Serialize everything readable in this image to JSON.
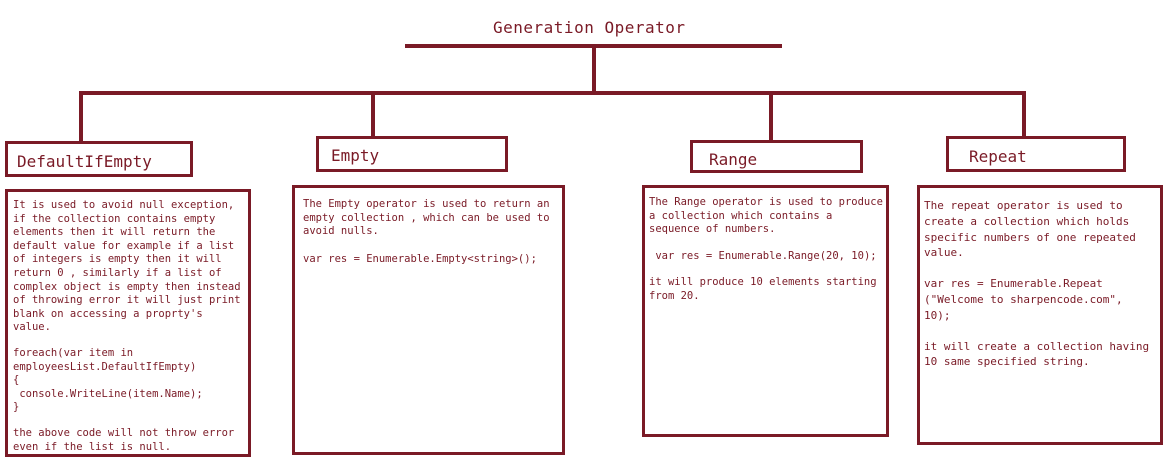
{
  "title": "Generation Operator",
  "nodes": [
    {
      "name": "DefaultIfEmpty",
      "description": "It is used to avoid null exception, if the collection contains empty elements then it will return the default value for example if a list of integers is empty then it will return 0 , similarly if a list of complex object is empty then instead of throwing error it will just print blank on accessing a proprty's value.",
      "code": "foreach(var item in\nemployeesList.DefaultIfEmpty)\n{\n console.WriteLine(item.Name);\n}",
      "note": "the above code will not throw error even if the list is null."
    },
    {
      "name": "Empty",
      "description": "The Empty operator is used to return an empty collection , which can be used to avoid nulls.",
      "code": "var res = Enumerable.Empty<string>();",
      "note": ""
    },
    {
      "name": "Range",
      "description": "The Range operator is used to produce a collection which contains a sequence of numbers.",
      "code": " var res = Enumerable.Range(20, 10);",
      "note": "it will produce 10 elements starting from 20."
    },
    {
      "name": "Repeat",
      "description": "The repeat operator is used to create a collection which holds specific numbers of one repeated value.",
      "code": "var res = Enumerable.Repeat\n(\"Welcome to sharpencode.com\",\n10);",
      "note": "it will create a collection having 10 same specified string."
    }
  ],
  "colors": {
    "stroke": "#7a1a26",
    "background": "#ffffff"
  }
}
